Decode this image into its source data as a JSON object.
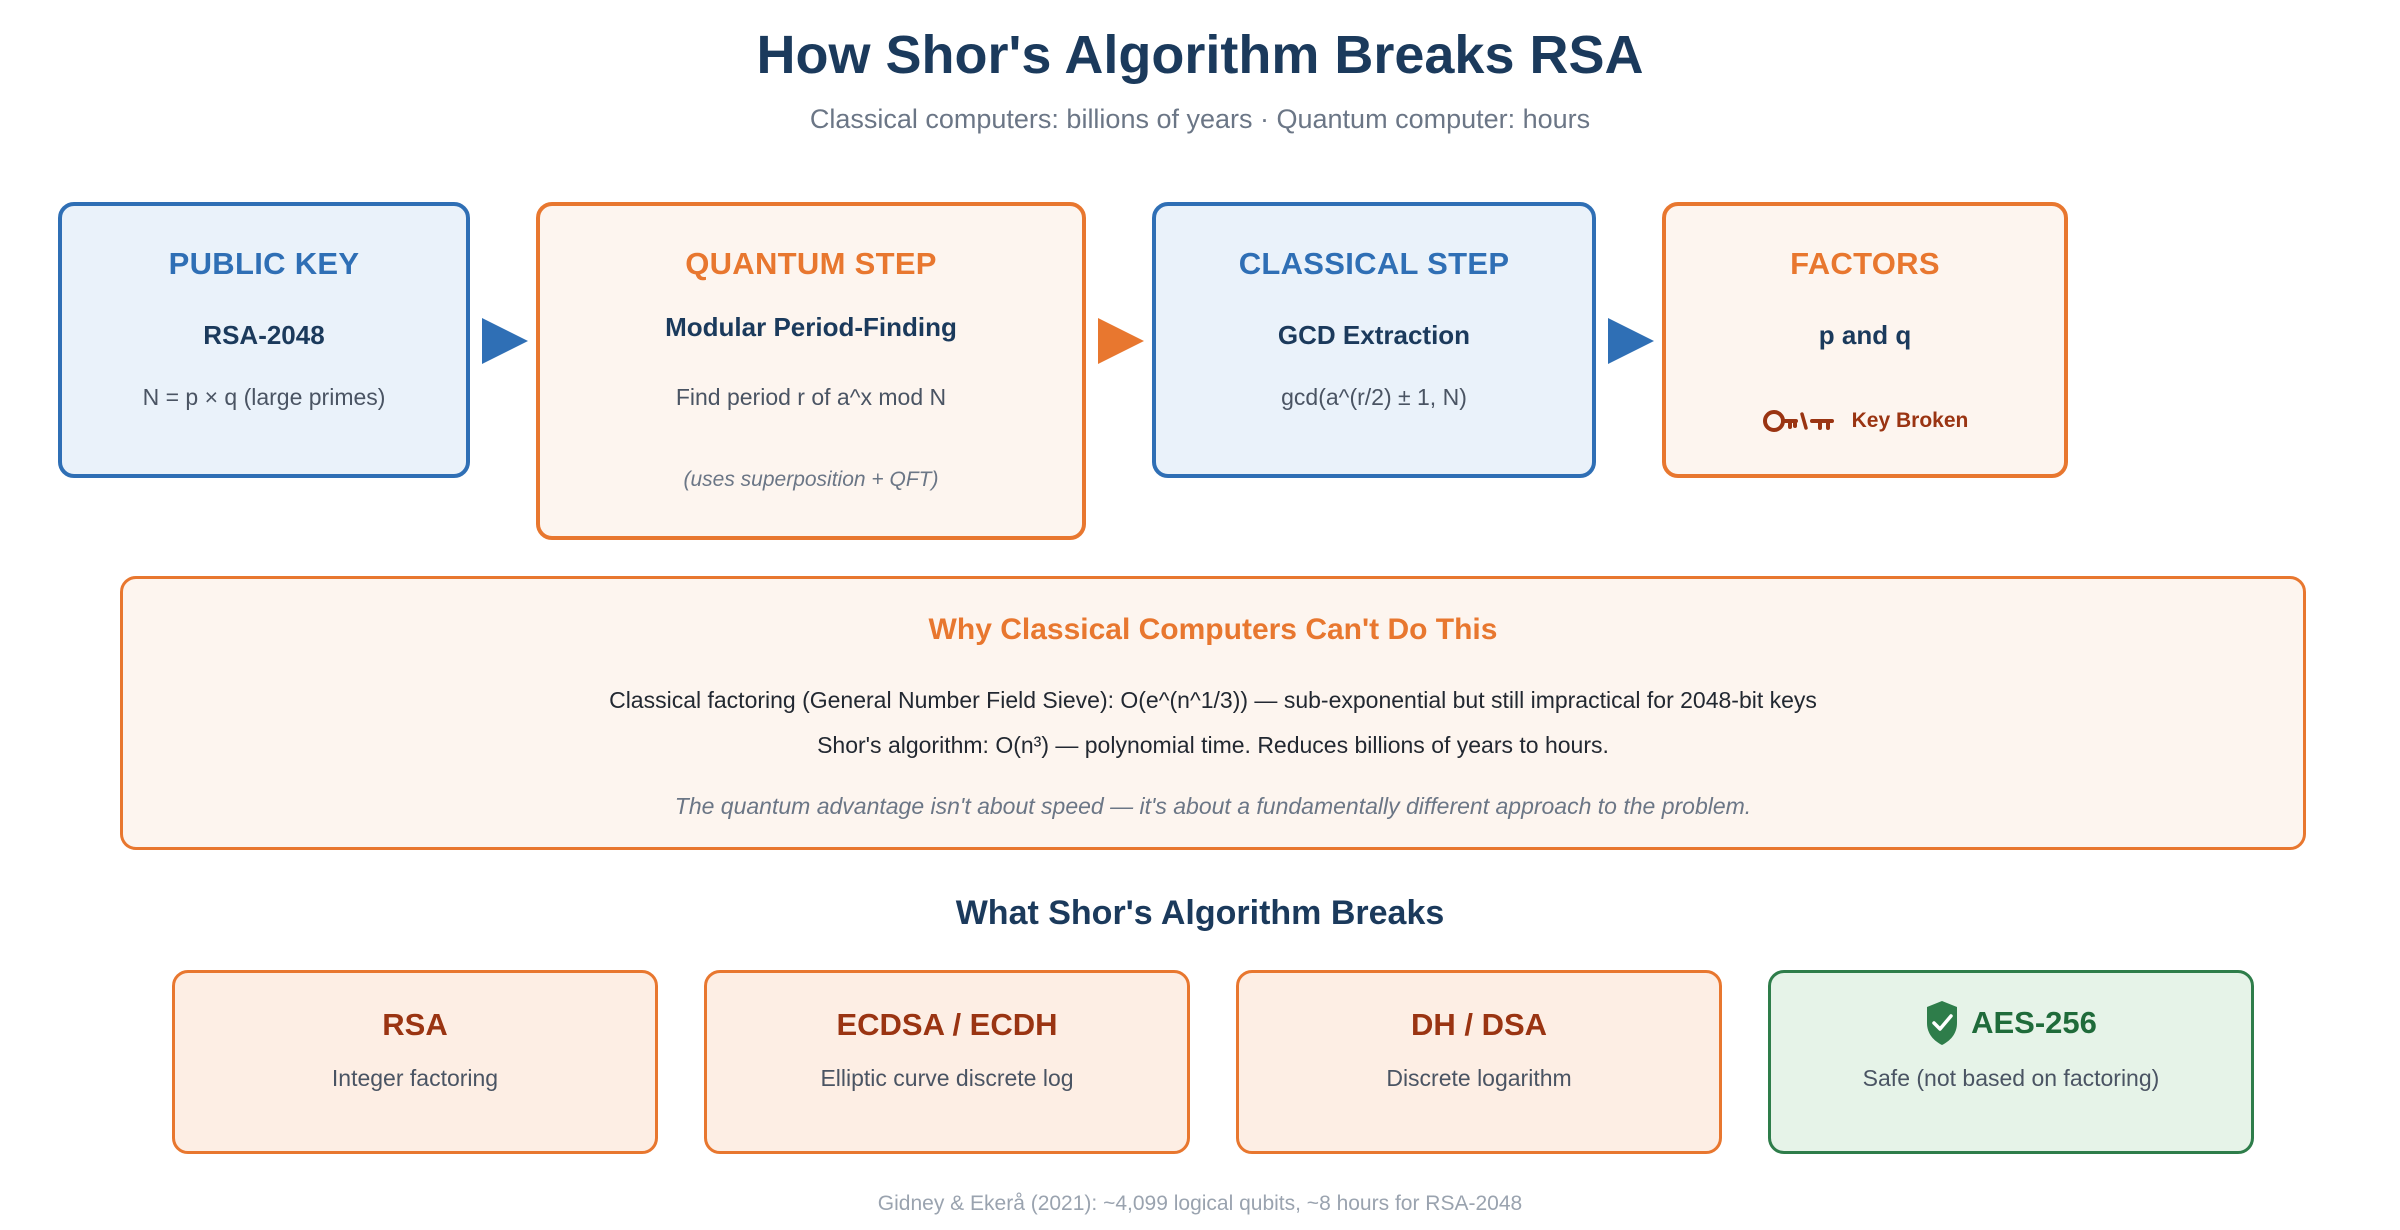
{
  "title": "How Shor's Algorithm Breaks RSA",
  "subtitle": "Classical computers: billions of years · Quantum computer: hours",
  "flow": [
    {
      "heading": "PUBLIC KEY",
      "subheading": "RSA-2048",
      "description": "N = p × q (large primes)"
    },
    {
      "heading": "QUANTUM STEP",
      "subheading": "Modular Period-Finding",
      "description": "Find period r of a^x mod N",
      "note": "(uses superposition + QFT)"
    },
    {
      "heading": "CLASSICAL STEP",
      "subheading": "GCD Extraction",
      "description": "gcd(a^(r/2) ± 1, N)"
    },
    {
      "heading": "FACTORS",
      "subheading": "p and q",
      "status_icon": "broken-key-icon",
      "status_label": "Key Broken"
    }
  ],
  "why": {
    "heading": "Why Classical Computers Can't Do This",
    "line1": "Classical factoring (General Number Field Sieve): O(e^(n^1/3)) — sub-exponential but still impractical for 2048-bit keys",
    "line2": "Shor's algorithm: O(n³) — polynomial time. Reduces billions of years to hours.",
    "insight": "The quantum advantage isn't about speed — it's about a fundamentally different approach to the problem."
  },
  "breaks_title": "What Shor's Algorithm Breaks",
  "breaks": [
    {
      "name": "RSA",
      "description": "Integer factoring"
    },
    {
      "name": "ECDSA / ECDH",
      "description": "Elliptic curve discrete log"
    },
    {
      "name": "DH / DSA",
      "description": "Discrete logarithm"
    },
    {
      "name": "AES-256",
      "description": "Safe (not based on factoring)",
      "icon": "shield-check-icon"
    }
  ],
  "footnote": "Gidney & Ekerå (2021): ~4,099 logical qubits, ~8 hours for RSA-2048",
  "colors": {
    "blue": "#2f6fb5",
    "orange": "#e8772f",
    "navy": "#1b3a5c",
    "dark_red": "#9a3412",
    "green": "#2e7d4a"
  }
}
